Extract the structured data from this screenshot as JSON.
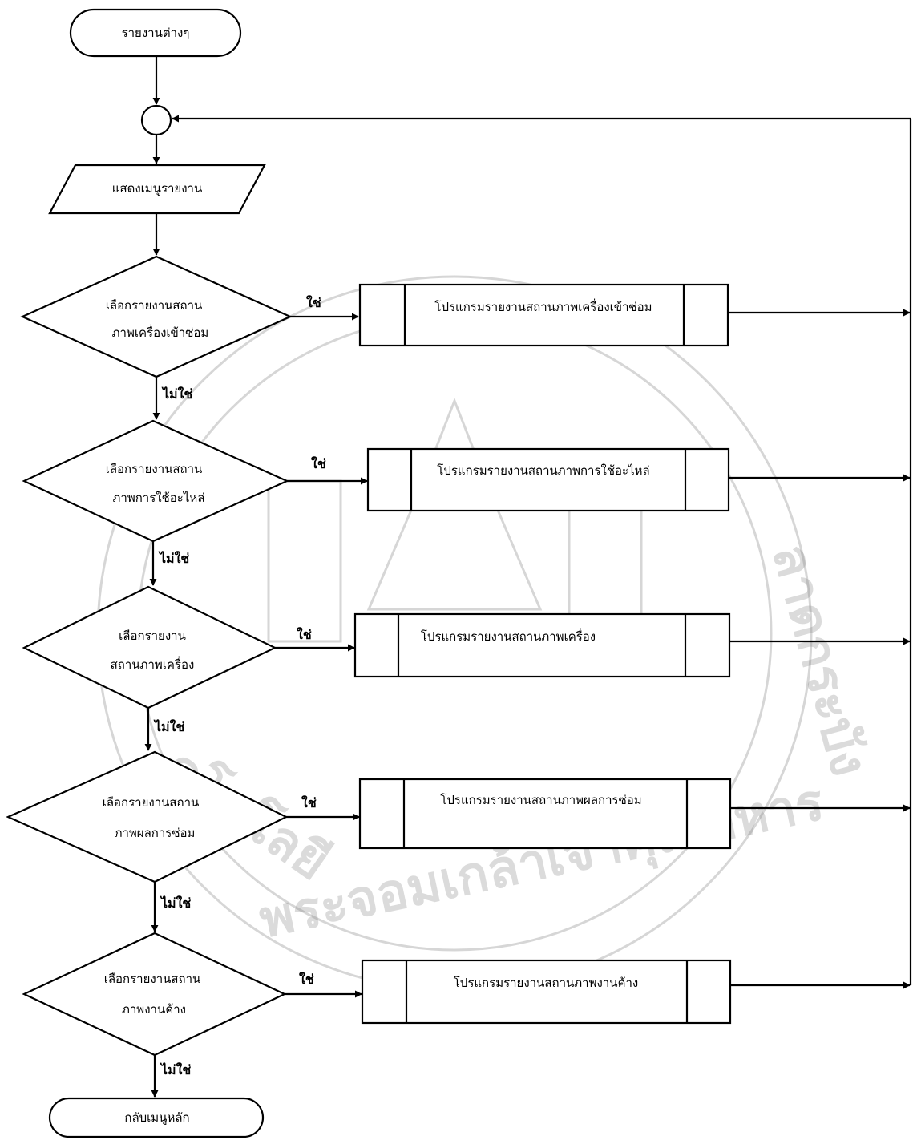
{
  "start": "รายงานต่างๆ",
  "display": "แสดงเมนูรายงาน",
  "decisions": [
    {
      "line1": "เลือกรายงานสถาน",
      "line2": "ภาพเครื่องเข้าซ่อม",
      "yes": "ใช่",
      "no": "ไม่ใช่",
      "process": "โปรแกรมรายงานสถานภาพเครื่องเข้าซ่อม"
    },
    {
      "line1": "เลือกรายงานสถาน",
      "line2": "ภาพการใช้อะไหล่",
      "yes": "ใช่",
      "no": "ไม่ใช่",
      "process": "โปรแกรมรายงานสถานภาพการใช้อะไหล่"
    },
    {
      "line1": "เลือกรายงาน",
      "line2": "สถานภาพเครื่อง",
      "yes": "ใช่",
      "no": "ไม่ใช่",
      "process": "โปรแกรมรายงานสถานภาพเครื่อง"
    },
    {
      "line1": "เลือกรายงานสถาน",
      "line2": "ภาพผลการซ่อม",
      "yes": "ใช่",
      "no": "ไม่ใช่",
      "process": "โปรแกรมรายงานสถานภาพผลการซ่อม"
    },
    {
      "line1": "เลือกรายงานสถาน",
      "line2": "ภาพงานค้าง",
      "yes": "ใช่",
      "no": "ไม่ใช่",
      "process": "โปรแกรมรายงานสถานภาพงานค้าง"
    }
  ],
  "end": "กลับเมนูหลัก",
  "watermark": {
    "text_top": "คโนโลยี",
    "text_bottom": "พระจอมเกล้าเจ้าคุณทหาร",
    "text_right": "ลาดกระบัง"
  }
}
